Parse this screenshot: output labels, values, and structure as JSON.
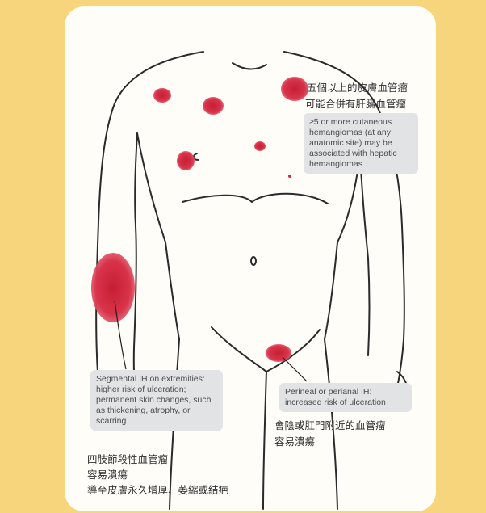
{
  "callouts": {
    "multiple": {
      "zh_line1": "五個以上的皮膚血管瘤",
      "zh_line2": "可能合併有肝臟血管瘤",
      "en": "≥5 or more cutaneous hemangiomas (at any anatomic site) may be associated with hepatic hemangiomas"
    },
    "extremity": {
      "en": "Segmental IH on extremities: higher risk of ulceration; permanent skin changes, such as thickening, atrophy, or scarring",
      "zh_line1": "四肢節段性血管瘤",
      "zh_line2": "容易潰瘍",
      "zh_line3": "導至皮膚永久增厚、萎縮或結疤"
    },
    "perineal": {
      "en": "Perineal or perianal IH: increased risk of ulceration",
      "zh_line1": "會陰或肛門附近的血管瘤",
      "zh_line2": "容易潰瘍"
    }
  },
  "colors": {
    "background": "#f6d57d",
    "card": "#fffdf8",
    "lesion": "#d42a3c",
    "callout_box": "#e1e3e4",
    "outline": "#2a2a2a"
  }
}
